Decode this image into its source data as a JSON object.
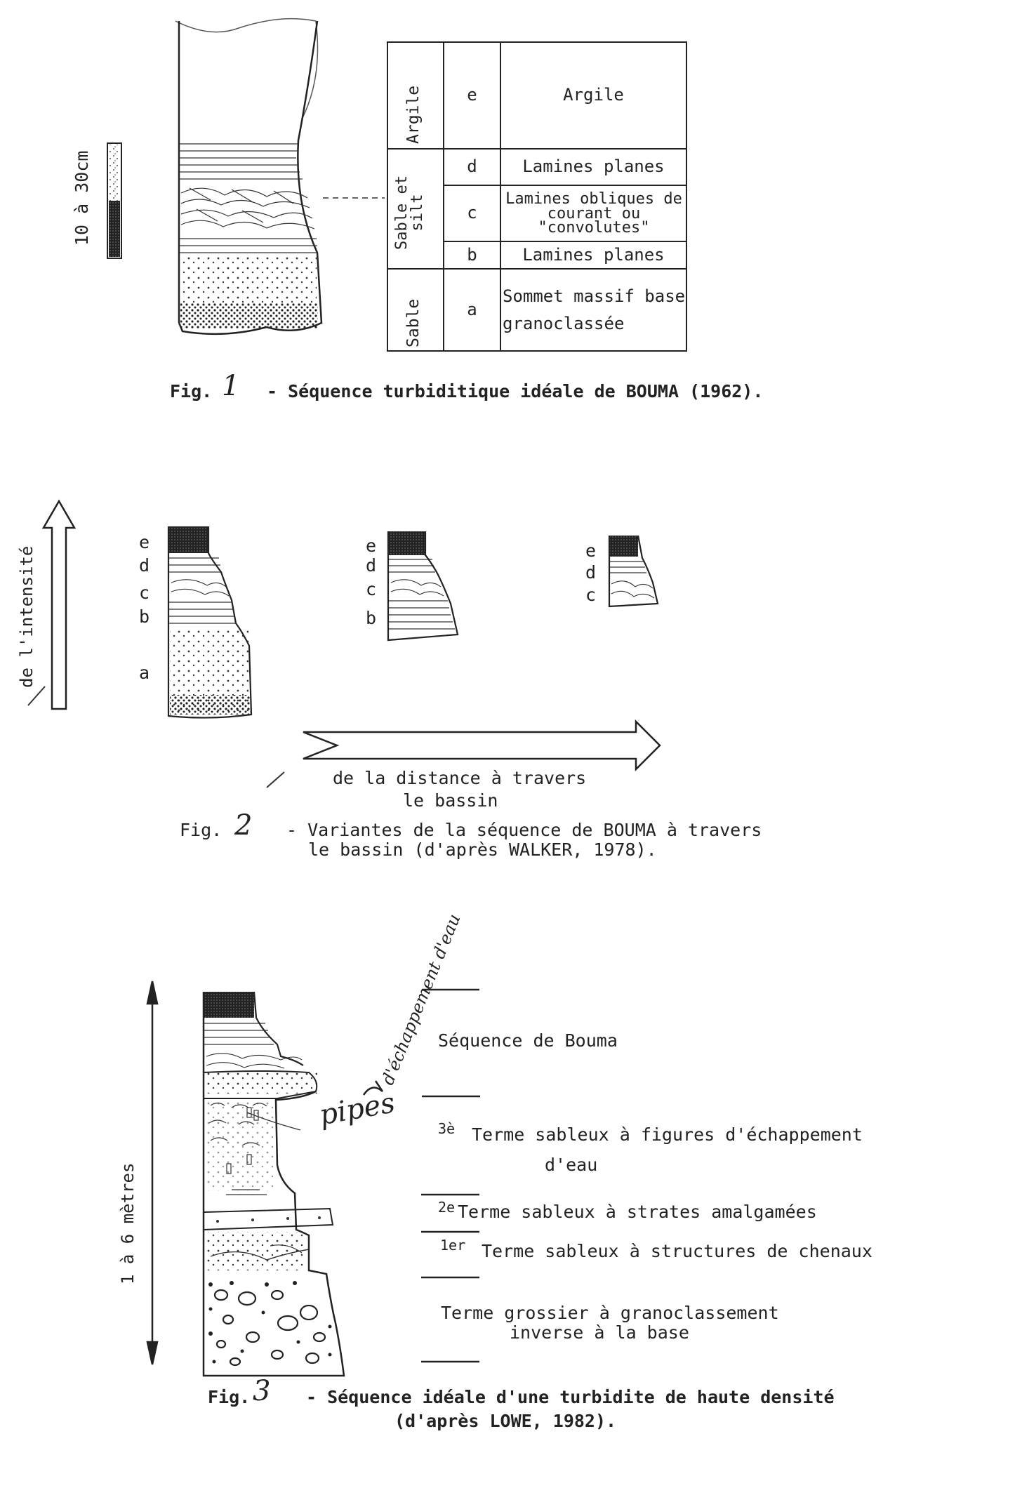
{
  "fig1": {
    "scale_label": "10 à 30cm",
    "caption_prefix": "Fig.",
    "caption_number": "1",
    "caption_text": "- Séquence turbiditique idéale de BOUMA (1962).",
    "table": {
      "groups": [
        "Argile",
        "Sable et silt",
        "Sable"
      ],
      "rows": [
        {
          "code": "e",
          "desc": "Argile"
        },
        {
          "code": "d",
          "desc": "Lamines planes"
        },
        {
          "code": "c",
          "desc": "Lamines obliques de courant ou \"convolutes\""
        },
        {
          "code": "b",
          "desc": "Lamines planes"
        },
        {
          "code": "a",
          "desc": "Sommet massif base granoclassée"
        }
      ]
    }
  },
  "fig2": {
    "axis_vertical": "de l'intensité",
    "axis_horizontal_line1": "de la distance à travers",
    "axis_horizontal_line2": "le bassin",
    "col1_letters": [
      "e",
      "d",
      "c",
      "b",
      "a"
    ],
    "col2_letters": [
      "e",
      "d",
      "c",
      "b"
    ],
    "col3_letters": [
      "e",
      "d",
      "c"
    ],
    "caption_prefix": "Fig.",
    "caption_number": "2",
    "caption_line1": "- Variantes de la séquence de BOUMA à travers",
    "caption_line2": "le bassin (d'après WALKER, 1978)."
  },
  "fig3": {
    "axis_label": "1 à 6 mètres",
    "handwritten_pipes": "pipes",
    "handwritten_note": "d'échappement d'eau",
    "terms": {
      "bouma": "Séquence de Bouma",
      "t3_sup": "3è",
      "t3_line1": "Terme sableux à figures d'échappement",
      "t3_line2": "d'eau",
      "t2_sup": "2e",
      "t2": "Terme sableux à strates amalgamées",
      "t1_sup": "1er",
      "t1": "Terme sableux à structures de chenaux",
      "coarse_line1": "Terme grossier à granoclassement",
      "coarse_line2": "inverse à la base"
    },
    "caption_prefix": "Fig.",
    "caption_number": "3",
    "caption_line1": "- Séquence idéale d'une turbidite de haute densité",
    "caption_line2": "(d'après LOWE, 1982)."
  }
}
